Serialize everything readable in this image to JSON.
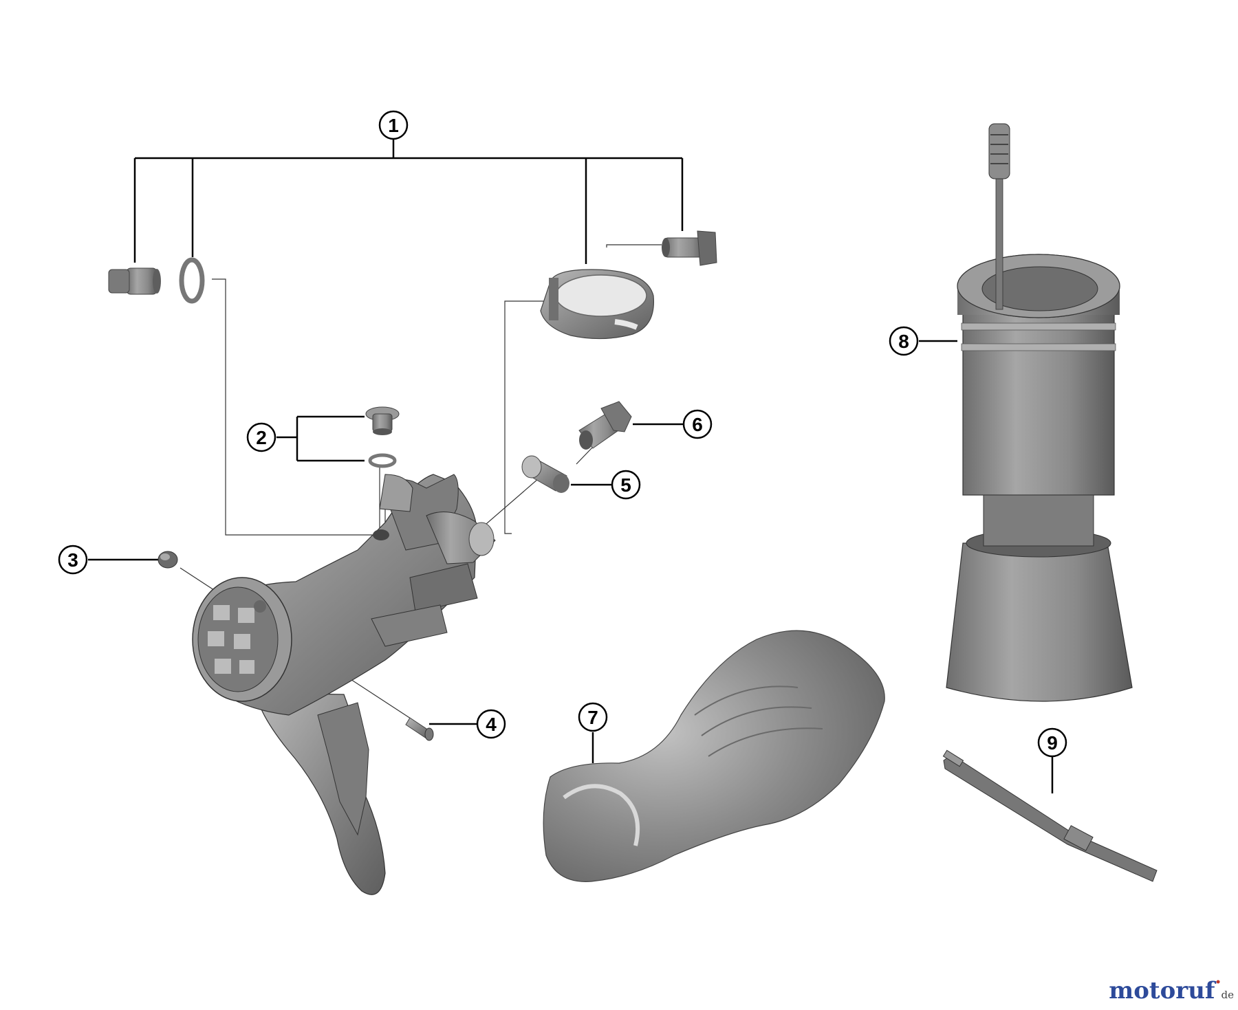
{
  "diagram": {
    "callouts": [
      {
        "id": 1,
        "label": "1"
      },
      {
        "id": 2,
        "label": "2"
      },
      {
        "id": 3,
        "label": "3"
      },
      {
        "id": 4,
        "label": "4"
      },
      {
        "id": 5,
        "label": "5"
      },
      {
        "id": 6,
        "label": "6"
      },
      {
        "id": 7,
        "label": "7"
      },
      {
        "id": 8,
        "label": "8"
      },
      {
        "id": 9,
        "label": "9"
      }
    ],
    "watermark": {
      "brand": "motoruf",
      "tld": "de"
    },
    "colors": {
      "part": "#8a8a8a",
      "part_dark": "#5a5a5a",
      "part_light": "#b5b5b5",
      "line": "#000000",
      "watermark": "#2d4a9a"
    }
  }
}
